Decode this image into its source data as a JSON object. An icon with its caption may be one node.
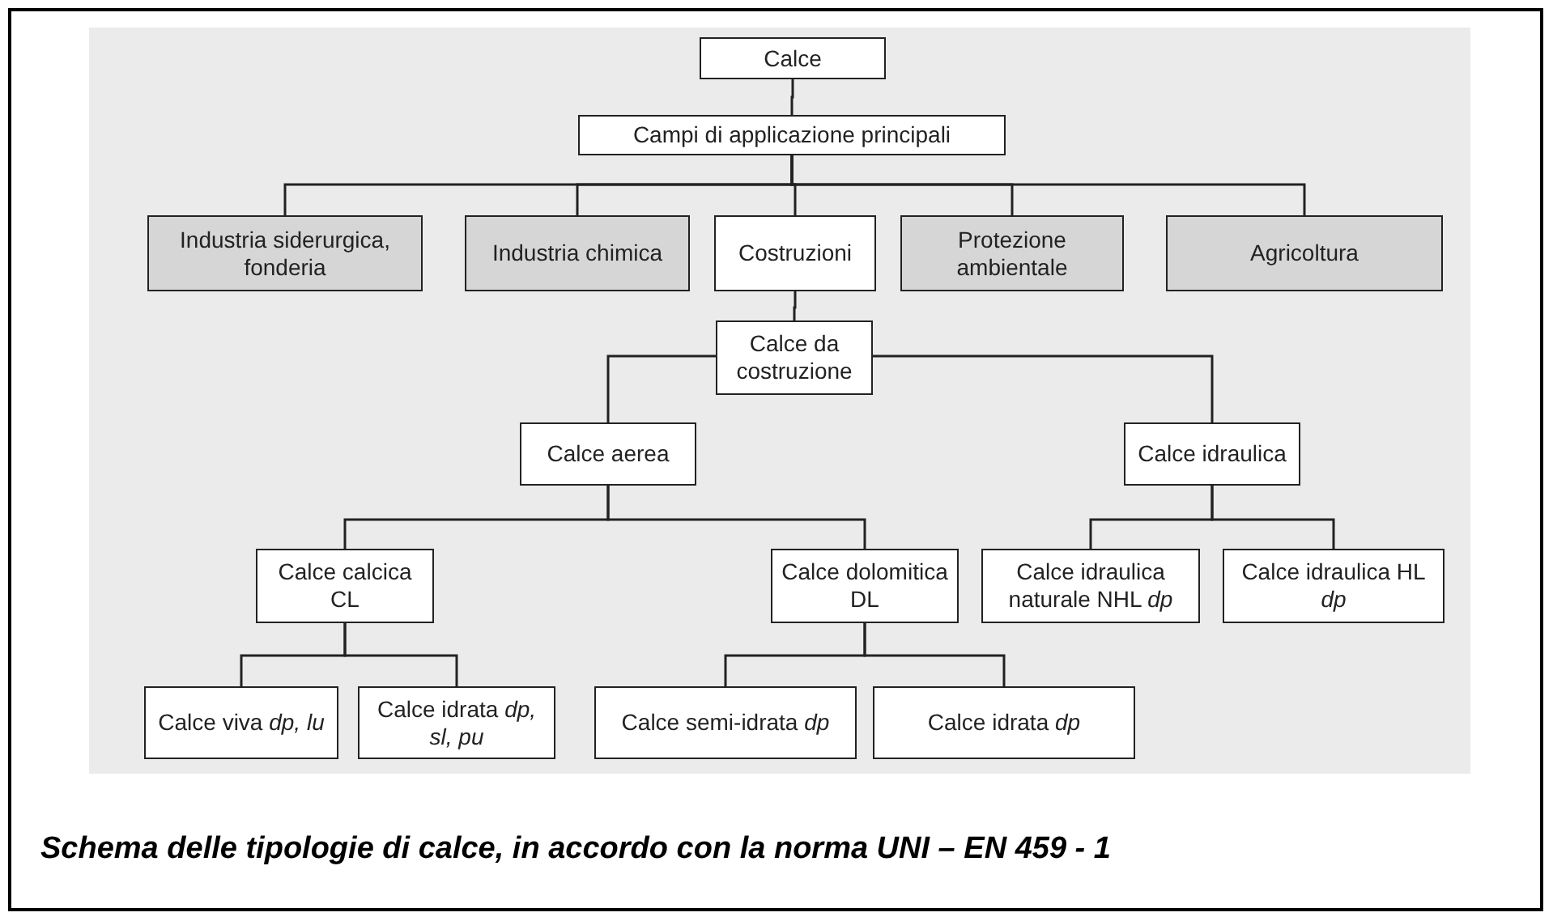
{
  "diagram": {
    "caption": "Schema delle tipologie di calce, in accordo con la norma UNI – EN 459 - 1",
    "nodes": [
      {
        "text": [
          "Calce"
        ]
      },
      {
        "text": [
          "Campi di applicazione principali"
        ]
      },
      {
        "text": [
          "Industria siderurgica, fonderia"
        ]
      },
      {
        "text": [
          "Industria chimica"
        ]
      },
      {
        "text": [
          "Costruzioni"
        ]
      },
      {
        "text": [
          "Protezione ambientale"
        ]
      },
      {
        "text": [
          "Agricoltura"
        ]
      },
      {
        "text": [
          "Calce da costruzione"
        ]
      },
      {
        "text": [
          "Calce aerea"
        ]
      },
      {
        "text": [
          "Calce idraulica"
        ]
      },
      {
        "text": [
          "Calce calcica CL"
        ]
      },
      {
        "text": [
          "Calce dolomitica DL"
        ]
      },
      {
        "text": [
          "Calce idraulica naturale NHL *dp*"
        ]
      },
      {
        "text": [
          "Calce idraulica HL *dp*"
        ]
      },
      {
        "text": [
          "Calce viva *dp, lu*"
        ]
      },
      {
        "text": [
          "Calce idrata *dp, sl, pu*"
        ]
      },
      {
        "text": [
          "Calce semi-idrata *dp*"
        ]
      },
      {
        "text": [
          "Calce idrata *dp*"
        ]
      }
    ],
    "edges": [
      {
        "from": 0,
        "to": 1,
        "arrow": "none"
      },
      {
        "from": 1,
        "to": 2,
        "arrow": "none"
      },
      {
        "from": 1,
        "to": 3,
        "arrow": "none"
      },
      {
        "from": 1,
        "to": 4,
        "arrow": "none"
      },
      {
        "from": 1,
        "to": 5,
        "arrow": "none"
      },
      {
        "from": 1,
        "to": 6,
        "arrow": "none"
      },
      {
        "from": 4,
        "to": 7,
        "arrow": "none"
      },
      {
        "from": 7,
        "to": 8,
        "arrow": "none"
      },
      {
        "from": 7,
        "to": 9,
        "arrow": "none"
      },
      {
        "from": 8,
        "to": 10,
        "arrow": "none"
      },
      {
        "from": 8,
        "to": 11,
        "arrow": "none"
      },
      {
        "from": 9,
        "to": 12,
        "arrow": "none"
      },
      {
        "from": 9,
        "to": 13,
        "arrow": "none"
      },
      {
        "from": 10,
        "to": 14,
        "arrow": "none"
      },
      {
        "from": 10,
        "to": 15,
        "arrow": "none"
      },
      {
        "from": 11,
        "to": 16,
        "arrow": "none"
      },
      {
        "from": 11,
        "to": 17,
        "arrow": "none"
      }
    ]
  }
}
